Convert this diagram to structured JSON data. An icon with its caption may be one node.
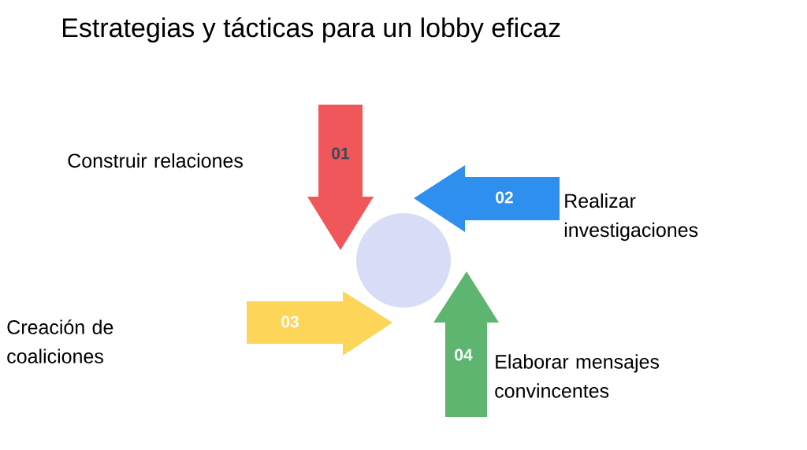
{
  "diagram": {
    "title": "Estrategias y tácticas para un lobby eficaz",
    "nodes": [
      {
        "text": [],
        "shape": "circle"
      },
      {
        "text": [
          "01"
        ]
      },
      {
        "text": [
          "02"
        ]
      },
      {
        "text": [
          "03"
        ]
      },
      {
        "text": [
          "04"
        ]
      }
    ],
    "labels": [
      "Construir relaciones",
      "Realizar investigaciones",
      "Creación de coaliciones",
      "Elaborar mensajes convincentes"
    ]
  }
}
